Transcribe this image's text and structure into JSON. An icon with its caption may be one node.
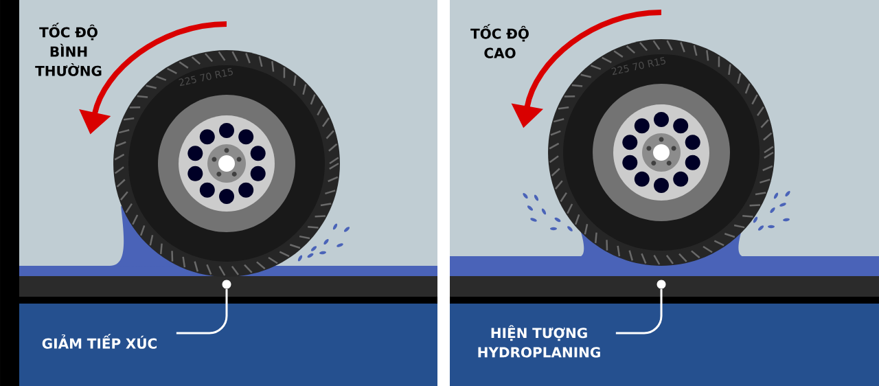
{
  "diagram": {
    "nodes": [
      {
        "text": [
          "GIẢM TIẾP XÚC"
        ]
      },
      {
        "text": [],
        "shape": "circle"
      },
      {
        "text": [
          "HIỆN TƯỢNG HYDROPLANING"
        ]
      },
      {
        "text": [],
        "shape": "circle"
      }
    ],
    "edges": [
      {
        "from": 0,
        "to": 1,
        "arrow": "none"
      },
      {
        "from": 2,
        "to": 3,
        "arrow": "none"
      }
    ],
    "labels": [
      "TỐC ĐỘ BÌNH THƯỜNG",
      "225 70 R15",
      "TỐC ĐỘ CAO",
      "225 70 R15"
    ]
  }
}
